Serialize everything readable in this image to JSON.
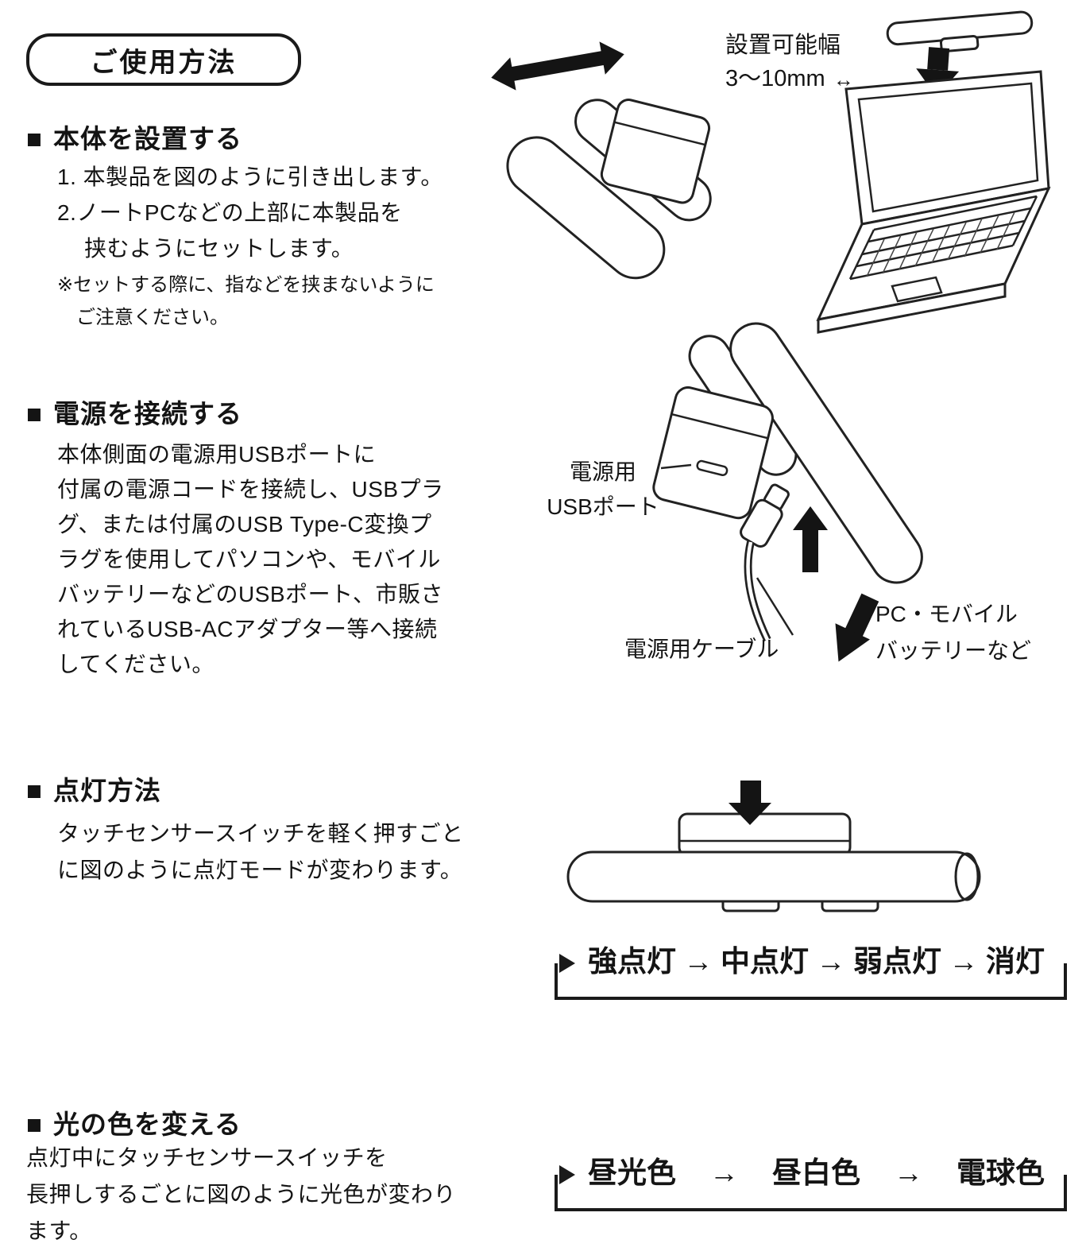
{
  "ui": {
    "section_marker": "■",
    "flow_arrow": "→",
    "width_arrow": "↔"
  },
  "badge": "ご使用方法",
  "install": {
    "title": "本体を設置する",
    "steps": [
      "1. 本製品を図のように引き出します。",
      "2.ノートPCなどの上部に本製品を",
      "挟むようにセットします。"
    ],
    "notes": [
      "※セットする際に、指などを挟まないように",
      "ご注意ください。"
    ],
    "width_note": [
      "設置可能幅",
      "3〜10mm"
    ]
  },
  "power": {
    "title": "電源を接続する",
    "body": [
      "本体側面の電源用USBポートに",
      "付属の電源コードを接続し、USBプラ",
      "グ、または付属のUSB Type-C変換プ",
      "ラグを使用してパソコンや、モバイル",
      "バッテリーなどのUSBポート、市販さ",
      "れているUSB-ACアダプター等へ接続",
      "してください。"
    ],
    "labels": {
      "usb_port": [
        "電源用",
        "USBポート"
      ],
      "cable": "電源用ケーブル",
      "target": [
        "PC・モバイル",
        "バッテリーなど"
      ]
    }
  },
  "lighting": {
    "title": "点灯方法",
    "body": [
      "タッチセンサースイッチを軽く押すごと",
      "に図のように点灯モードが変わります。"
    ],
    "modes": [
      "強点灯",
      "中点灯",
      "弱点灯",
      "消灯"
    ]
  },
  "light_color": {
    "title": "光の色を変える",
    "body": [
      "点灯中にタッチセンサースイッチを",
      "長押しするごとに図のように光色が変わり",
      "ます。"
    ],
    "modes": [
      "昼光色",
      "昼白色",
      "電球色"
    ]
  }
}
